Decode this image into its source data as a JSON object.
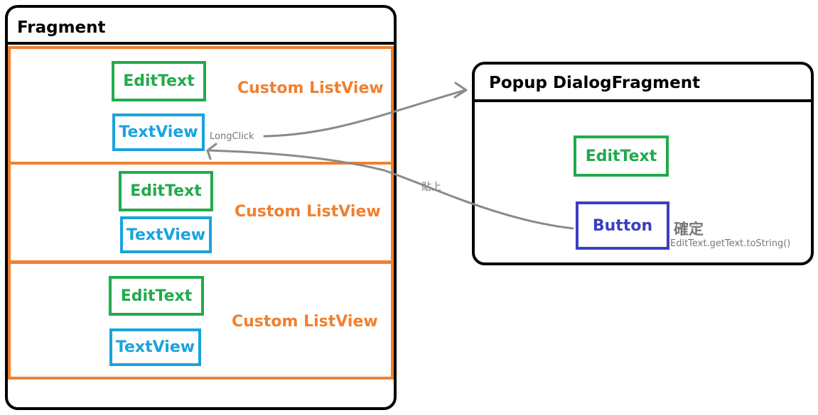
{
  "fragment": {
    "title": "Fragment",
    "rows": [
      {
        "edittext": "EditText",
        "textview": "TextView",
        "label": "Custom ListView"
      },
      {
        "edittext": "EditText",
        "textview": "TextView",
        "label": "Custom ListView"
      },
      {
        "edittext": "EditText",
        "textview": "TextView",
        "label": "Custom ListView"
      }
    ]
  },
  "dialog": {
    "title": "Popup DialogFragment",
    "edittext": "EditText",
    "button": "Button",
    "button_note": "確定",
    "button_code": "EditText.getText.toString()"
  },
  "arrows": {
    "longclick": "LongClick",
    "paste": "貼上"
  },
  "colors": {
    "row_border": "#f08030",
    "edittext": "#22aa4c",
    "textview": "#1aa3dd",
    "button": "#3a3fbf",
    "arrow": "#8a8a8a"
  }
}
